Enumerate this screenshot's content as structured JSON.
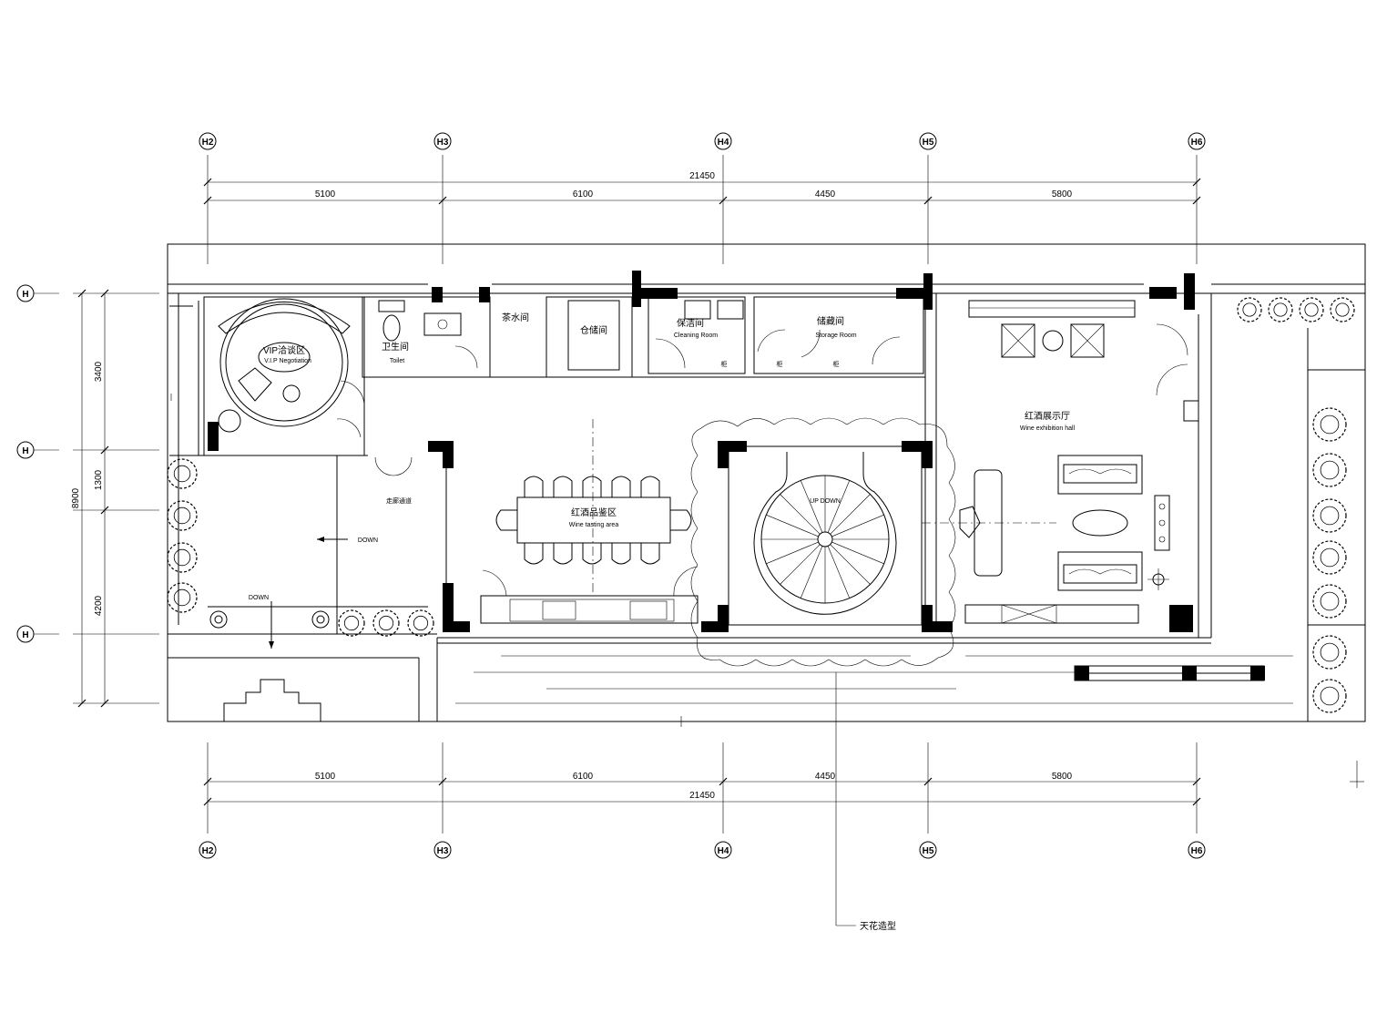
{
  "drawing": {
    "top_axes": [
      "H2",
      "H3",
      "H4",
      "H5",
      "H6"
    ],
    "bottom_axes": [
      "H2",
      "H3",
      "H4",
      "H5",
      "H6"
    ],
    "left_axes": [
      "H",
      "H",
      "H"
    ],
    "top_dims": {
      "total": "21450",
      "segments": [
        "5100",
        "6100",
        "4450",
        "5800"
      ]
    },
    "bottom_dims": {
      "total": "21450",
      "segments": [
        "5100",
        "6100",
        "4450",
        "5800"
      ]
    },
    "left_dims": {
      "total": "8900",
      "segments": [
        "3400",
        "1300",
        "4200"
      ]
    }
  },
  "rooms": {
    "vip_room": {
      "label": "VIP洽谈区",
      "sub": "V.I.P Negotiation"
    },
    "toilet": {
      "label": "卫生间",
      "sub": "Toilet"
    },
    "tea": {
      "label": "茶水间"
    },
    "storage": {
      "label": "仓储间"
    },
    "cleaning": {
      "label": "保洁间",
      "sub": "Cleaning Room"
    },
    "storeroom": {
      "label": "储藏间",
      "sub": "Storage Room"
    },
    "cab1": {
      "label": "柜"
    },
    "cab2": {
      "label": "柜"
    },
    "cab3": {
      "label": "柜"
    },
    "wine_tasting": {
      "label": "红酒品鉴区",
      "sub": "Wine tasting area"
    },
    "exhibition": {
      "label": "红酒展示厅",
      "sub": "Wine exhibition hall"
    },
    "stair": {
      "label": "UP  DOWN"
    },
    "corridor": {
      "label": "走廊通道"
    },
    "down1": {
      "label": "DOWN"
    },
    "down2": {
      "label": "DOWN"
    },
    "ceiling_note": {
      "label": "天花造型"
    }
  }
}
